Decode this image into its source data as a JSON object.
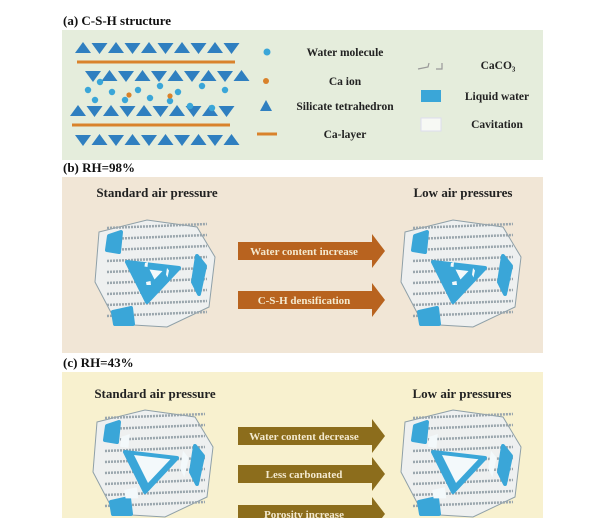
{
  "panels": {
    "a": {
      "label": "(a) C-S-H structure",
      "legend": {
        "water_molecule": "Water molecule",
        "ca_ion": "Ca ion",
        "silicate": "Silicate tetrahedron",
        "ca_layer": "Ca-layer",
        "caco3": "CaCO₃",
        "liquid_water": "Liquid water",
        "cavitation": "Cavitation"
      }
    },
    "b": {
      "label": "(b) RH=98%",
      "left_title": "Standard air pressure",
      "right_title": "Low air pressures",
      "arrows": [
        "Water content increase",
        "C-S-H densification"
      ]
    },
    "c": {
      "label": "(c) RH=43%",
      "left_title": "Standard air pressure",
      "right_title": "Low air pressures",
      "arrows": [
        "Water content decrease",
        "Less carbonated",
        "Porosity increase"
      ]
    }
  },
  "colors": {
    "panel_a_bg": "#e5eddc",
    "panel_b_bg": "#f1e6d6",
    "panel_c_bg": "#f8f1cf",
    "silicate": "#2f7fc0",
    "water": "#3aa6d8",
    "ca": "#d9822b",
    "arrow_b": "#b8631f",
    "arrow_c": "#8c6d1c"
  }
}
